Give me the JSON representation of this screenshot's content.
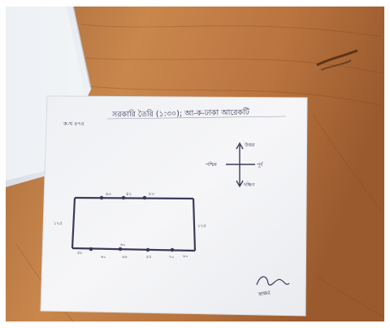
{
  "photo": {
    "description_free": true,
    "colors": {
      "wood_light": "#c9874c",
      "wood_dark": "#8a4f28",
      "paper": "#f4f4f6",
      "paper_shadow": "#d9dbe0",
      "binder_page": "#e7eaf0",
      "ink": "#3a3a5a",
      "frame": "#ffffff"
    }
  },
  "sheet": {
    "heading": "সরকারি তৈরি (১:৩০); আ-ক-ঢাকা আরেকটি",
    "corner_note": "ক-খ ৪৭৫",
    "compass": {
      "north": "উত্তর",
      "west": "পশ্চিম",
      "east": "পূর্ব",
      "south": "দক্ষিণ"
    },
    "traverse_labels": {
      "top": [
        "৬০",
        "৪২",
        "৮০"
      ],
      "left": "১২৫",
      "right": "১২৫",
      "bottom": [
        "৫৮",
        "৬০",
        "৯৬",
        "৫৫",
        "৭০"
      ],
      "corners": [
        "৯০",
        "৬০"
      ]
    },
    "signature": "স্বাক্ষর"
  }
}
